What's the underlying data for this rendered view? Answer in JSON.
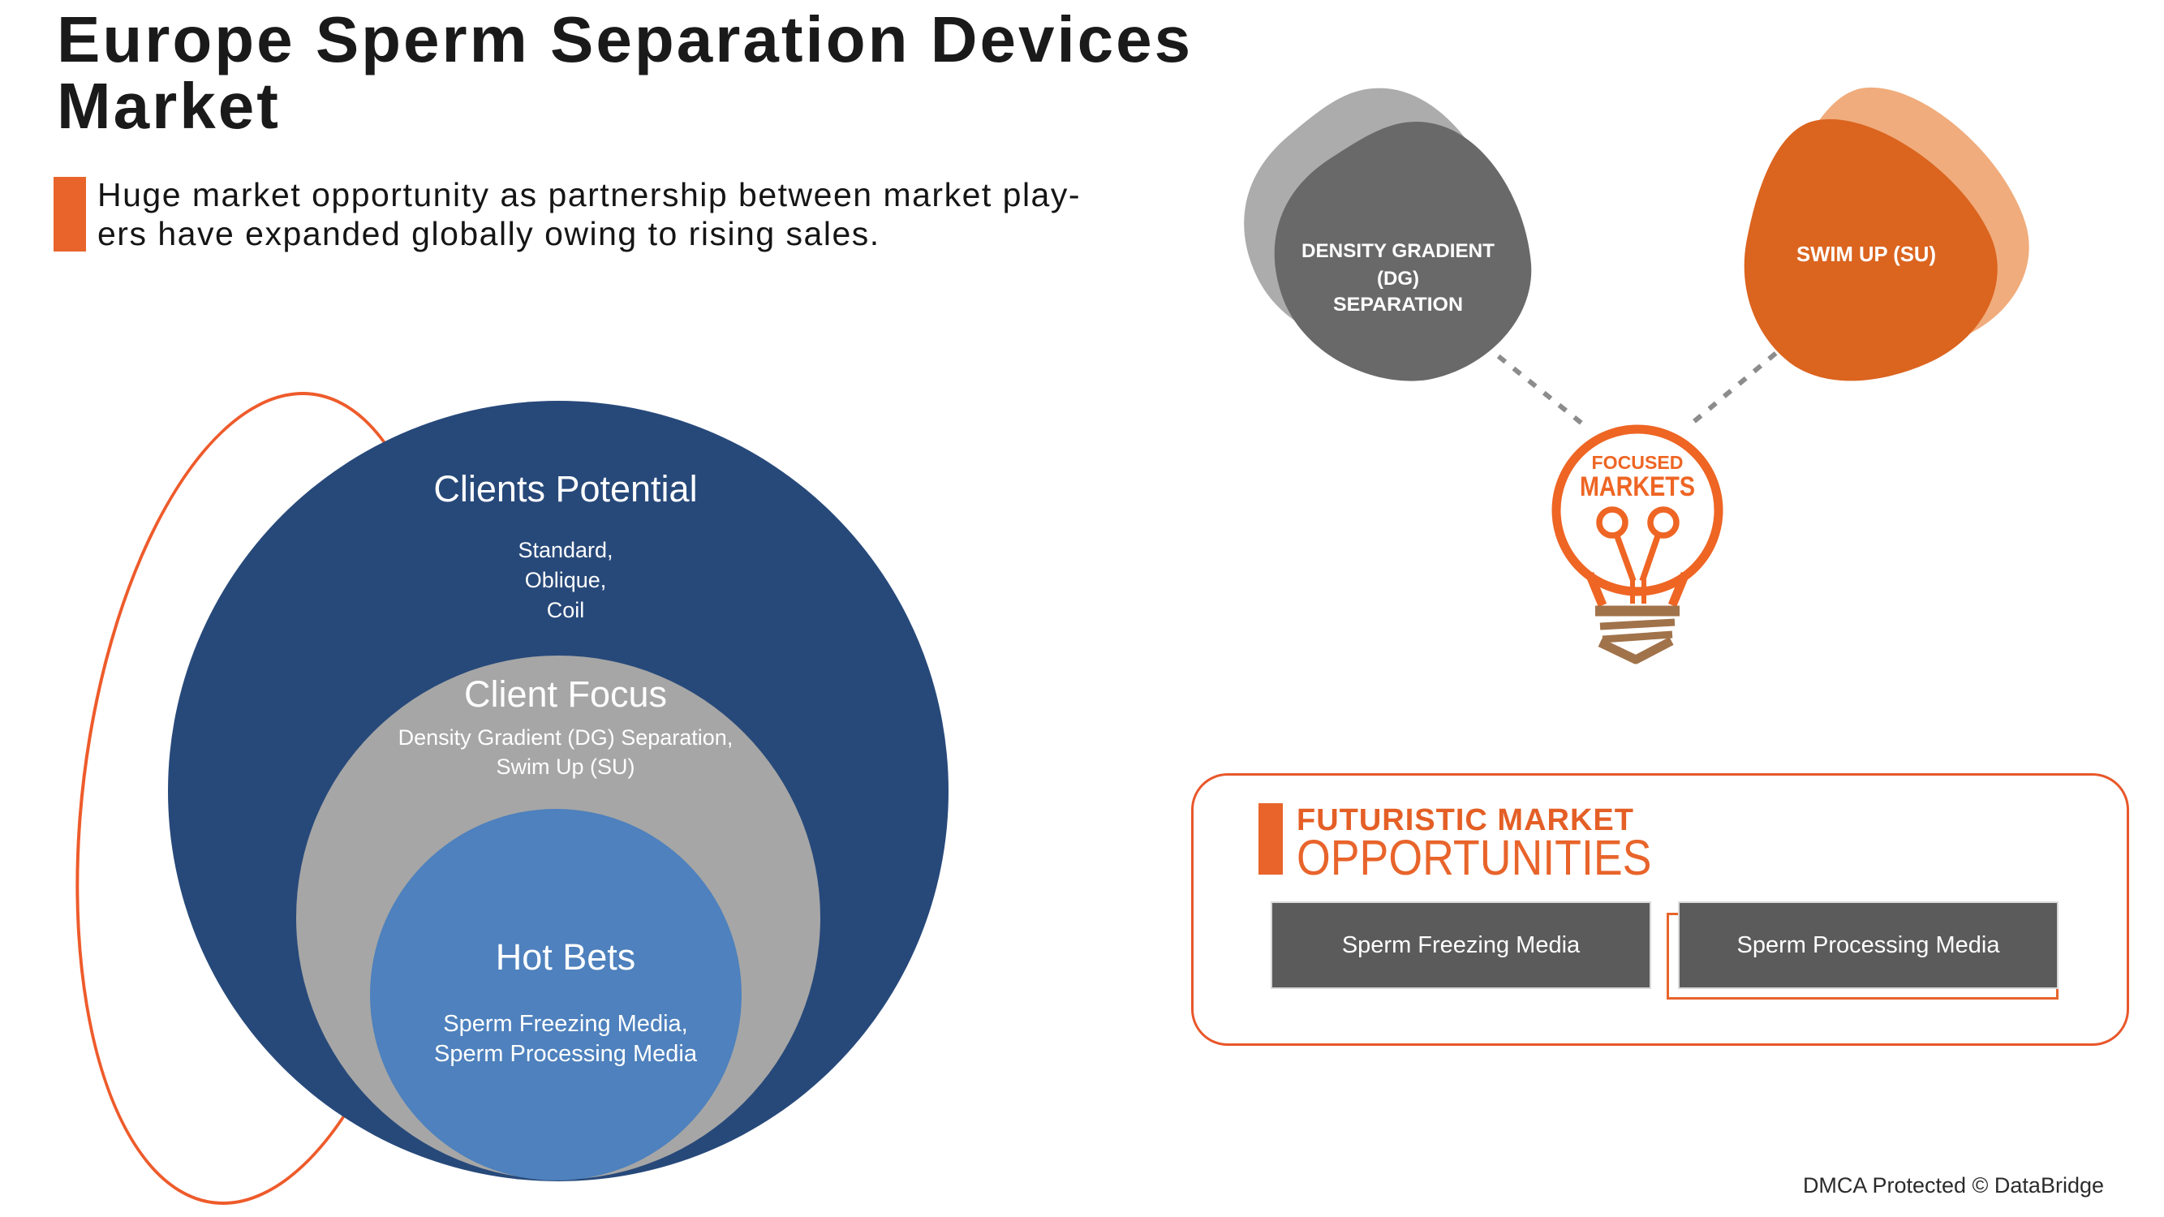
{
  "title": {
    "line1": "Europe Sperm Separation Devices",
    "line2": "Market"
  },
  "subtitle": {
    "line1": "Huge market opportunity as partnership between market play-",
    "line2": "ers have expanded globally owing to rising sales."
  },
  "venn": {
    "outer_title": "Clients Potential",
    "outer_items": [
      "Standard,",
      "Oblique,",
      "Coil"
    ],
    "middle_title": "Client Focus",
    "middle_items": [
      "Density Gradient (DG) Separation,",
      "Swim Up (SU)"
    ],
    "inner_title": "Hot Bets",
    "inner_items": [
      "Sperm Freezing Media,",
      "Sperm Processing Media"
    ]
  },
  "nodes": {
    "left_blob_lines": [
      "DENSITY GRADIENT",
      "(DG)",
      "SEPARATION"
    ],
    "right_blob_label": "SWIM UP (SU)",
    "bulb_line1": "FOCUSED",
    "bulb_line2": "MARKETS"
  },
  "opportunities": {
    "heading_line1": "FUTURISTIC MARKET",
    "heading_line2": "OPPORTUNITIES",
    "box1": "Sperm Freezing Media",
    "box2": "Sperm Processing Media"
  },
  "footer": {
    "dmca": "DMCA Protected © DataBridge"
  },
  "colors": {
    "accent_orange": "#e8642b",
    "outline_orange": "#ee5b2b",
    "dark_blue": "#27497a",
    "mid_gray": "#a6a6a6",
    "light_blue": "#4e81bd",
    "blob_gray": "#696969",
    "blob_gray_shadow": "#acacac",
    "blob_orange": "#db641f",
    "blob_orange_shadow": "#f0ac7c",
    "bulb_orange": "#ee6524",
    "bulb_base_brown": "#a1734b",
    "box_gray": "#5b5b5b",
    "dashed_line_gray": "#8c8c8c"
  }
}
